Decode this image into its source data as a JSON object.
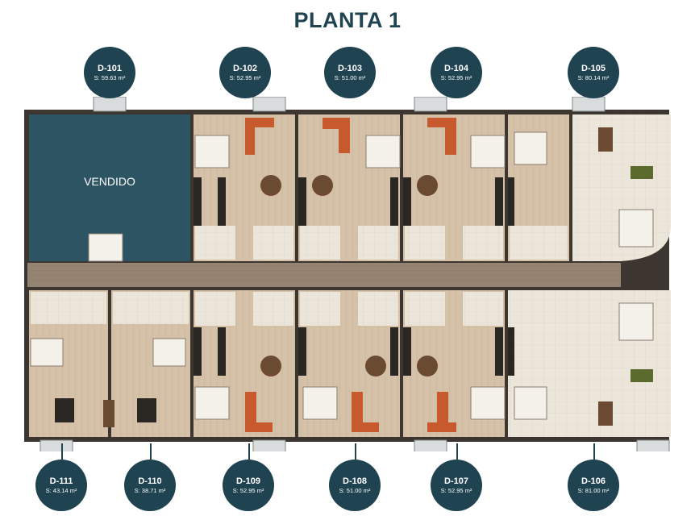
{
  "title": "PLANTA 1",
  "sold_label": "VENDIDO",
  "colors": {
    "brand": "#1f4350",
    "sold_overlay": "#1f4350",
    "wall": "#3c3530",
    "floor_light": "#e8dfd3",
    "floor_wood": "#c9b49a",
    "corridor": "#8d7c69",
    "sofa": "#c65a2e"
  },
  "units_top": [
    {
      "code": "D-101",
      "area": "S: 59.63 m²"
    },
    {
      "code": "D-102",
      "area": "S: 52.95 m²"
    },
    {
      "code": "D-103",
      "area": "S: 51.00 m²"
    },
    {
      "code": "D-104",
      "area": "S: 52.95 m²"
    },
    {
      "code": "D-105",
      "area": "S: 80.14 m²"
    }
  ],
  "units_bottom": [
    {
      "code": "D-111",
      "area": "S: 43.14 m²"
    },
    {
      "code": "D-110",
      "area": "S: 38.71 m²"
    },
    {
      "code": "D-109",
      "area": "S: 52.95 m²"
    },
    {
      "code": "D-108",
      "area": "S: 51.00 m²"
    },
    {
      "code": "D-107",
      "area": "S: 52.95 m²"
    },
    {
      "code": "D-106",
      "area": "S: 81.00 m²"
    }
  ]
}
